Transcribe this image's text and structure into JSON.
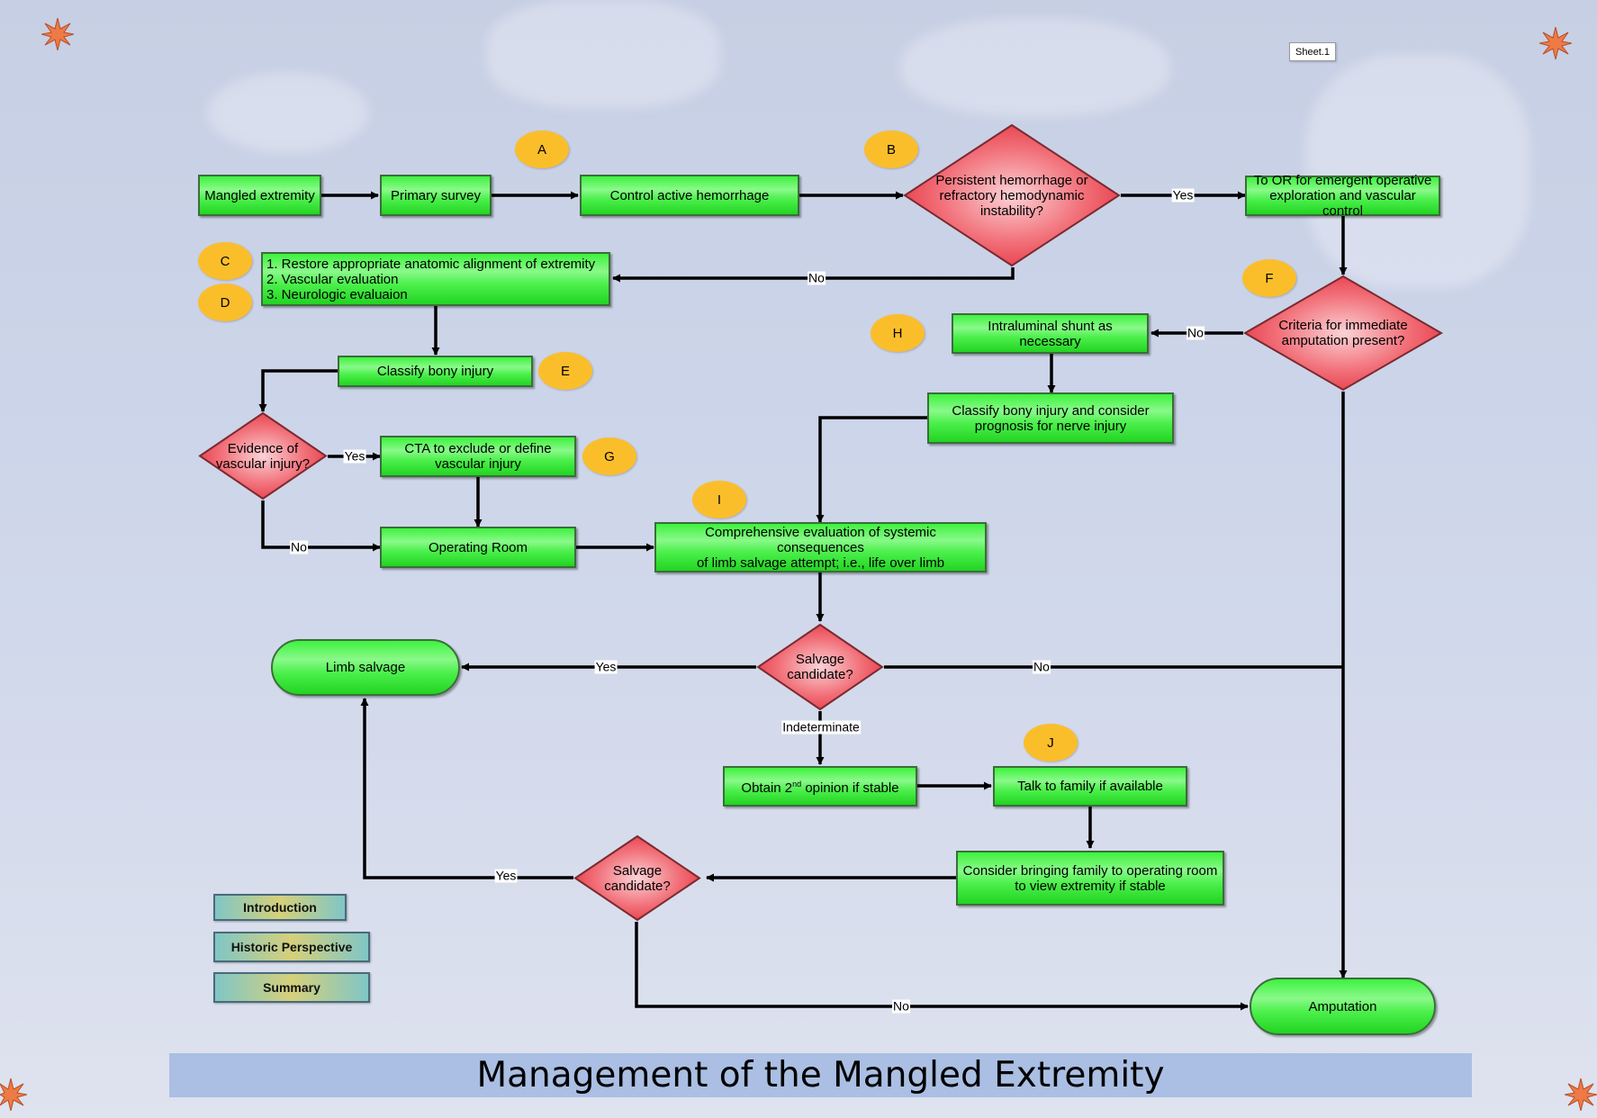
{
  "title": "Management of the Mangled Extremity",
  "sheet_label": "Sheet.1",
  "boxes": {
    "mangled": "Mangled extremity",
    "primary": "Primary survey",
    "control": "Control active hemorrhage",
    "to_or": [
      "To OR for emergent operative",
      "exploration and vascular control"
    ],
    "restore": [
      "1. Restore appropriate anatomic alignment of extremity",
      "2. Vascular evaluation",
      "3. Neurologic evaluaion"
    ],
    "classify": "Classify bony injury",
    "cta": [
      "CTA to exclude or define",
      "vascular injury"
    ],
    "or_room": "Operating Room",
    "shunt": "Intraluminal shunt as necessary",
    "classify_nerve": [
      "Classify bony injury and consider",
      "prognosis for nerve injury"
    ],
    "comprehensive": [
      "Comprehensive evaluation of systemic consequences",
      "of limb salvage attempt; i.e., life over limb"
    ],
    "limb_salvage": "Limb salvage",
    "second_opinion": {
      "pre": "Obtain 2",
      "sup": "nd",
      "post": " opinion if stable"
    },
    "talk_family": "Talk to family if available",
    "consider_family": [
      "Consider bringing family to operating room",
      "to view extremity if stable"
    ],
    "amputation": "Amputation"
  },
  "diamonds": {
    "persistent": [
      "Persistent hemorrhage or",
      "refractory hemodynamic",
      "instability?"
    ],
    "criteria": [
      "Criteria for immediate",
      "amputation present?"
    ],
    "evidence": [
      "Evidence of",
      "vascular injury?"
    ],
    "salvage1": [
      "Salvage",
      "candidate?"
    ],
    "salvage2": [
      "Salvage",
      "candidate?"
    ]
  },
  "markers": [
    "A",
    "B",
    "C",
    "D",
    "E",
    "F",
    "G",
    "H",
    "I",
    "J"
  ],
  "edge_labels": {
    "yes": "Yes",
    "no": "No",
    "indeterminate": "Indeterminate"
  },
  "nav": {
    "introduction": "Introduction",
    "historic": "Historic Perspective",
    "summary": "Summary"
  },
  "colors": {
    "box_green": "#33ee33",
    "diamond_red": "#f0505a",
    "marker_orange": "#fbbe2b",
    "title_bar": "#aabfe3"
  }
}
